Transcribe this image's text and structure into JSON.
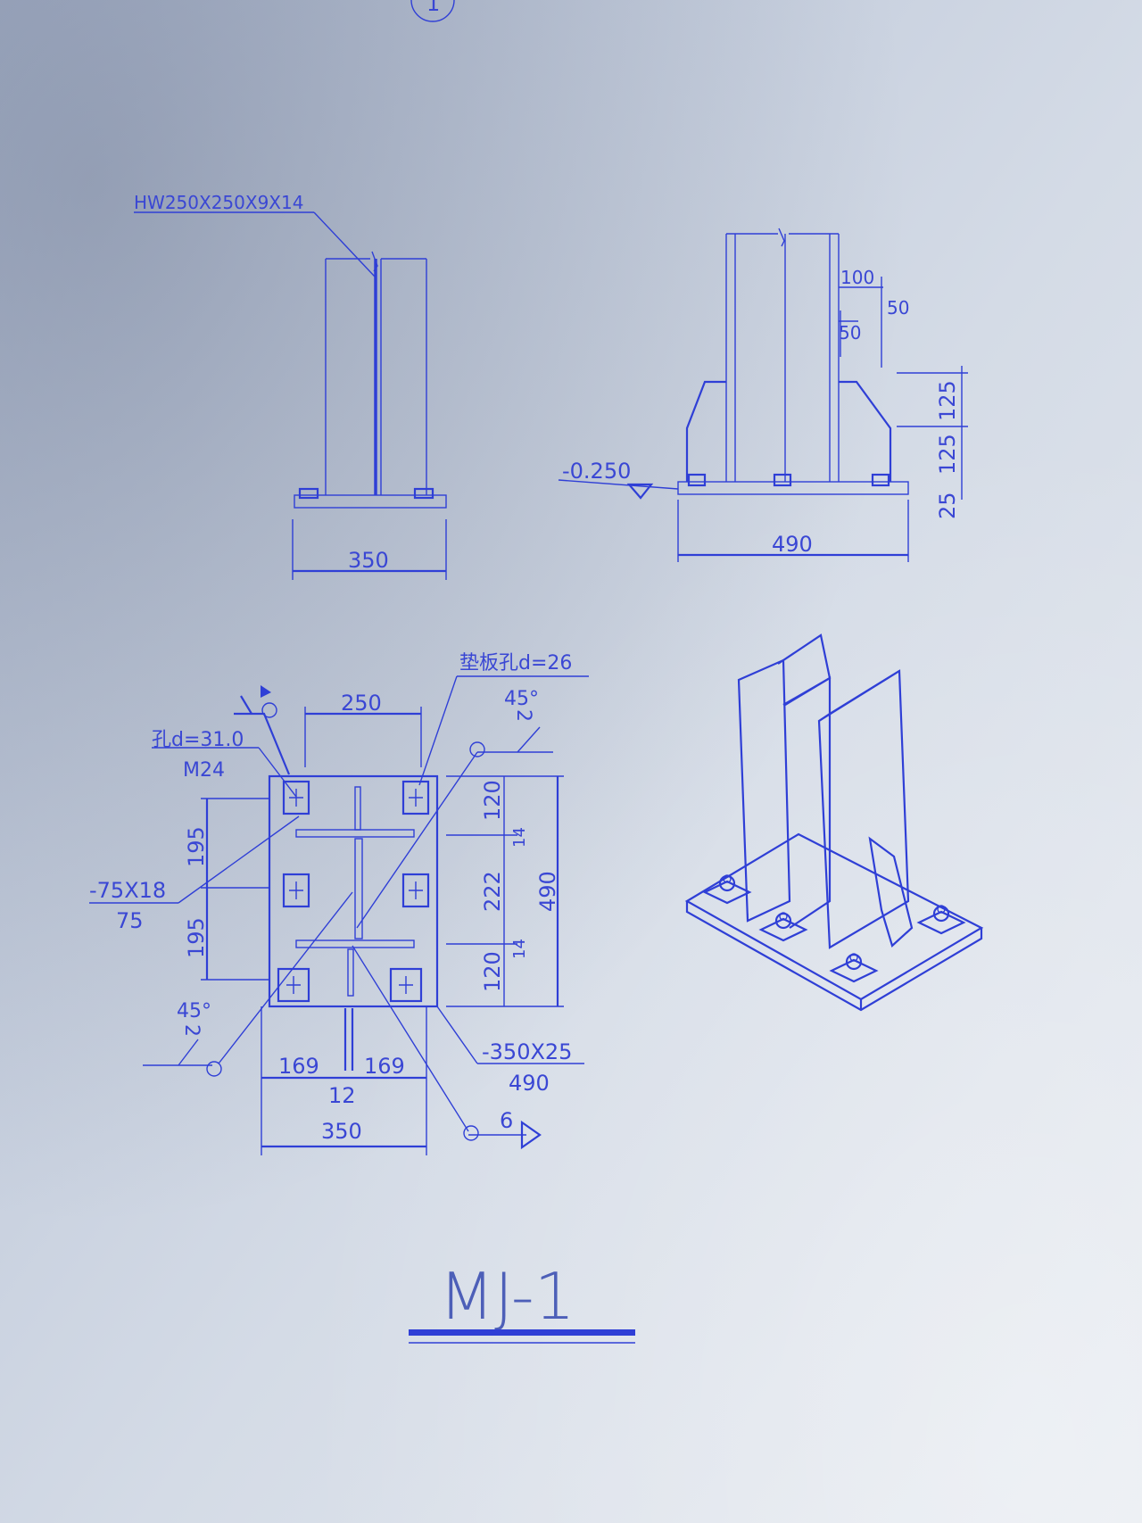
{
  "drawing": {
    "title": "MJ-1",
    "circle_mark": "1",
    "side_view_a": {
      "section_label": "HW250X250X9X14",
      "dim_width": "350"
    },
    "side_view_b": {
      "elevation": "-0.250",
      "dim_width": "490",
      "dim_100": "100",
      "dim_50_right": "50",
      "dim_50_left": "50",
      "dim_125_top": "125",
      "dim_125_bottom": "125",
      "dim_25": "25"
    },
    "plan_view": {
      "shim_hole_label": "垫板孔d=26",
      "hole_label": "孔d=31.0",
      "bolt_label": "M24",
      "dim_250": "250",
      "dim_195_top": "195",
      "dim_195_bottom": "195",
      "stiffener_label": "-75X18",
      "stiffener_length": "75",
      "weld_angle_top": "45°",
      "weld_size_top": "2",
      "weld_angle_bottom": "45°",
      "weld_size_bottom": "2",
      "dim_120_top": "120",
      "dim_14_top": "14",
      "dim_222": "222",
      "dim_14_bottom": "14",
      "dim_120_bottom": "120",
      "dim_490": "490",
      "plate_label": "-350X25",
      "plate_length": "490",
      "dim_169_left": "169",
      "dim_169_right": "169",
      "dim_12": "12",
      "dim_350": "350",
      "weld_6": "6"
    }
  }
}
